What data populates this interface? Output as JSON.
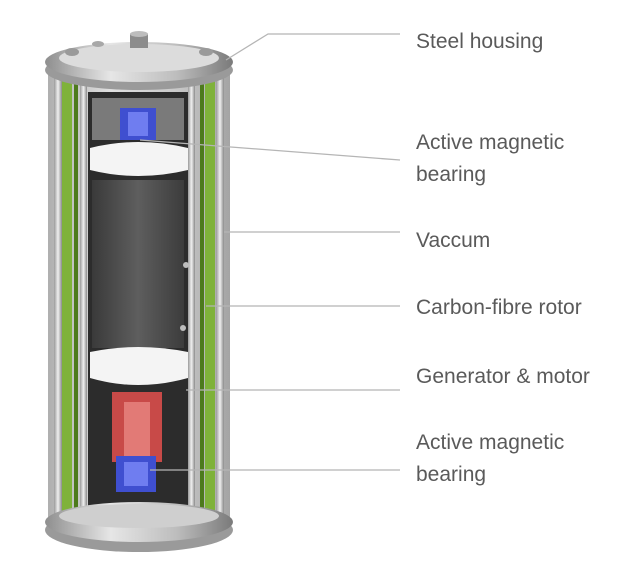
{
  "labels": {
    "steel_housing": "Steel housing",
    "active_magnetic_bearing_top": [
      "Active magnetic",
      "bearing"
    ],
    "vacuum": "Vaccum",
    "carbon_fibre_rotor": "Carbon-fibre rotor",
    "generator_motor": "Generator & motor",
    "active_magnetic_bearing_bottom": [
      "Active magnetic",
      "bearing"
    ]
  },
  "colors": {
    "label_text": "#5a5a5a",
    "leader_line": "#b5b5b5",
    "steel": "#c9c9c9",
    "green_liner": "#7fb23a",
    "bearing_blue": "#3f4fd0",
    "generator_red": "#c84a48",
    "rotor_dark": "#4a4a4a"
  }
}
